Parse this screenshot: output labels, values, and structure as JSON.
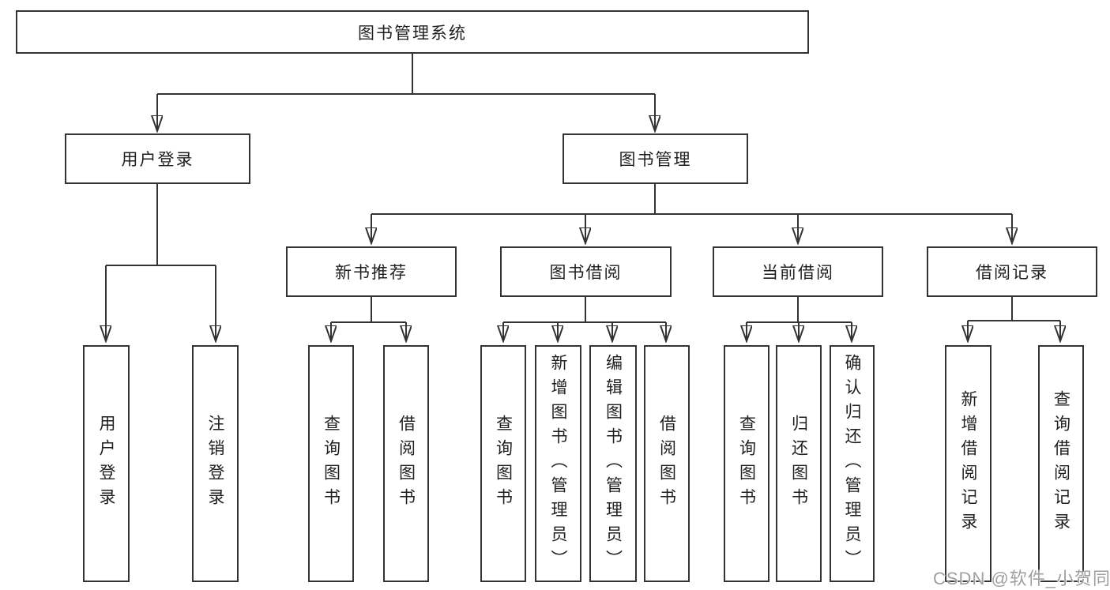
{
  "diagram": {
    "root": {
      "label": "图书管理系统"
    },
    "level2": {
      "user_login": "用户登录",
      "book_mgmt": "图书管理"
    },
    "level3": {
      "new_book_rec": "新书推荐",
      "book_borrow": "图书借阅",
      "current_borrow": "当前借阅",
      "borrow_records": "借阅记录"
    },
    "leaves": {
      "user_login": "用户登录",
      "logout": "注销登录",
      "query_book_1": "查询图书",
      "borrow_book_1": "借阅图书",
      "query_book_2": "查询图书",
      "add_book": "新增图书（管理员）",
      "edit_book": "编辑图书（管理员）",
      "borrow_book_2": "借阅图书",
      "query_book_3": "查询图书",
      "return_book": "归还图书",
      "confirm_return": "确认归还（管理员）",
      "add_borrow_record": "新增借阅记录",
      "query_borrow_record": "查询借阅记录"
    }
  },
  "watermark": {
    "text": "CSDN @软件_小贺同学"
  },
  "colors": {
    "line": "#333333",
    "box_border": "#333333",
    "text": "#1f1f1f",
    "background": "#ffffff",
    "watermark": "#9f9f9f"
  }
}
